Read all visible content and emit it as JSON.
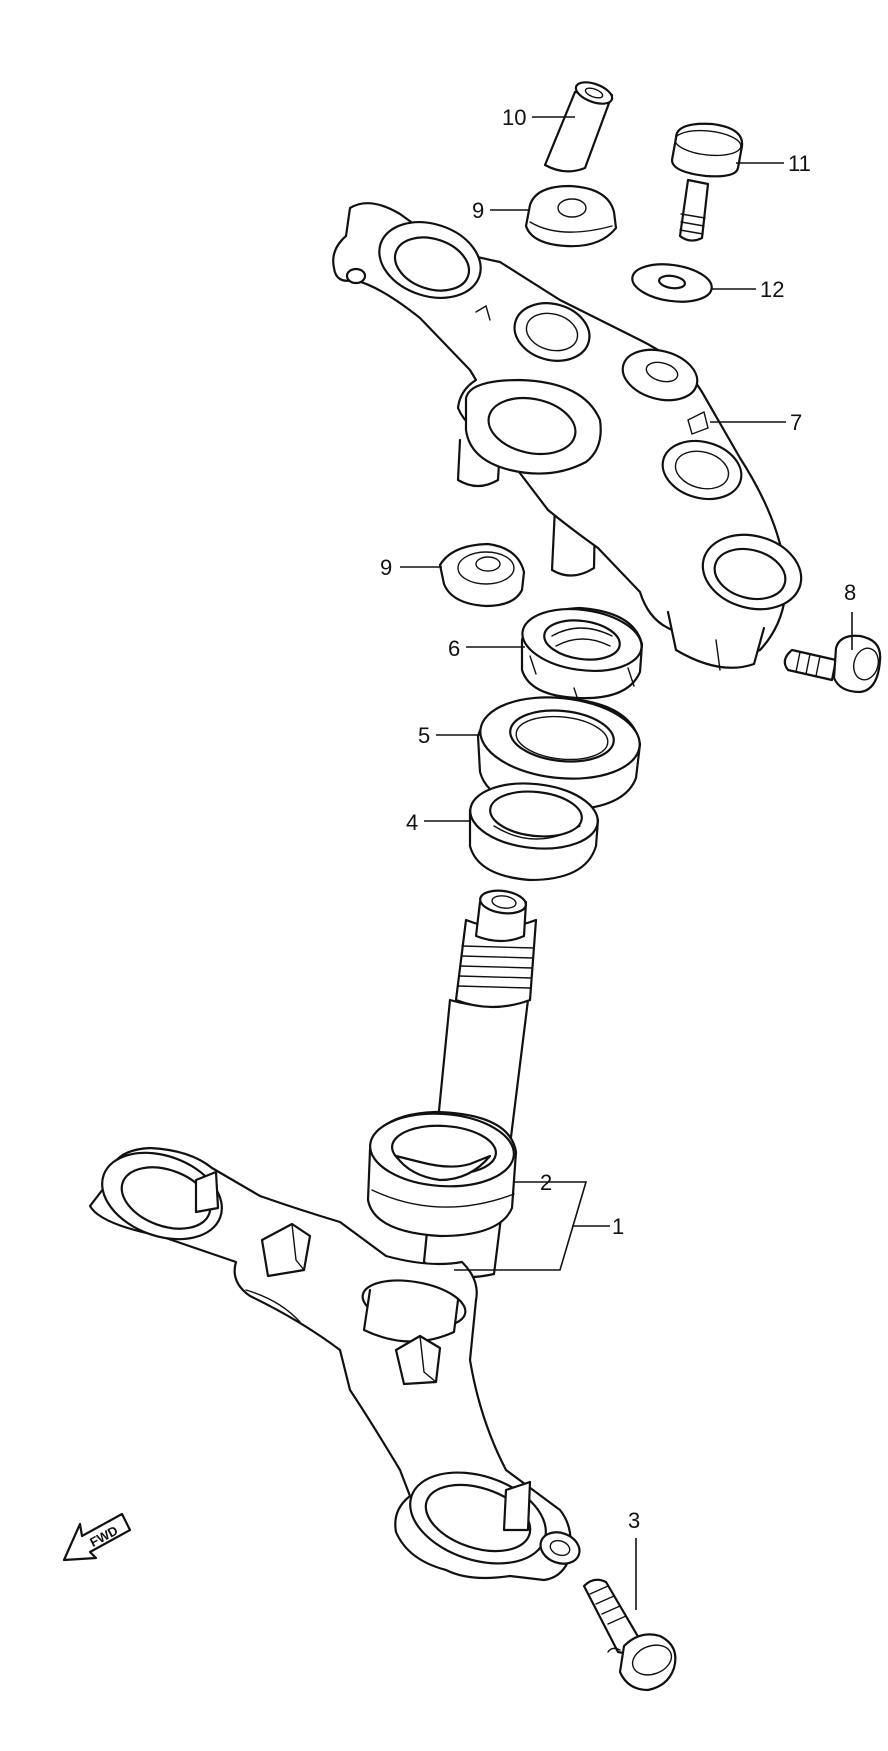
{
  "callouts": {
    "c1": "1",
    "c2": "2",
    "c3": "3",
    "c4": "4",
    "c5": "5",
    "c6": "6",
    "c7": "7",
    "c8": "8",
    "c9a": "9",
    "c9b": "9",
    "c10": "10",
    "c11": "11",
    "c12": "12"
  },
  "direction_arrow": {
    "label": "FWD"
  }
}
